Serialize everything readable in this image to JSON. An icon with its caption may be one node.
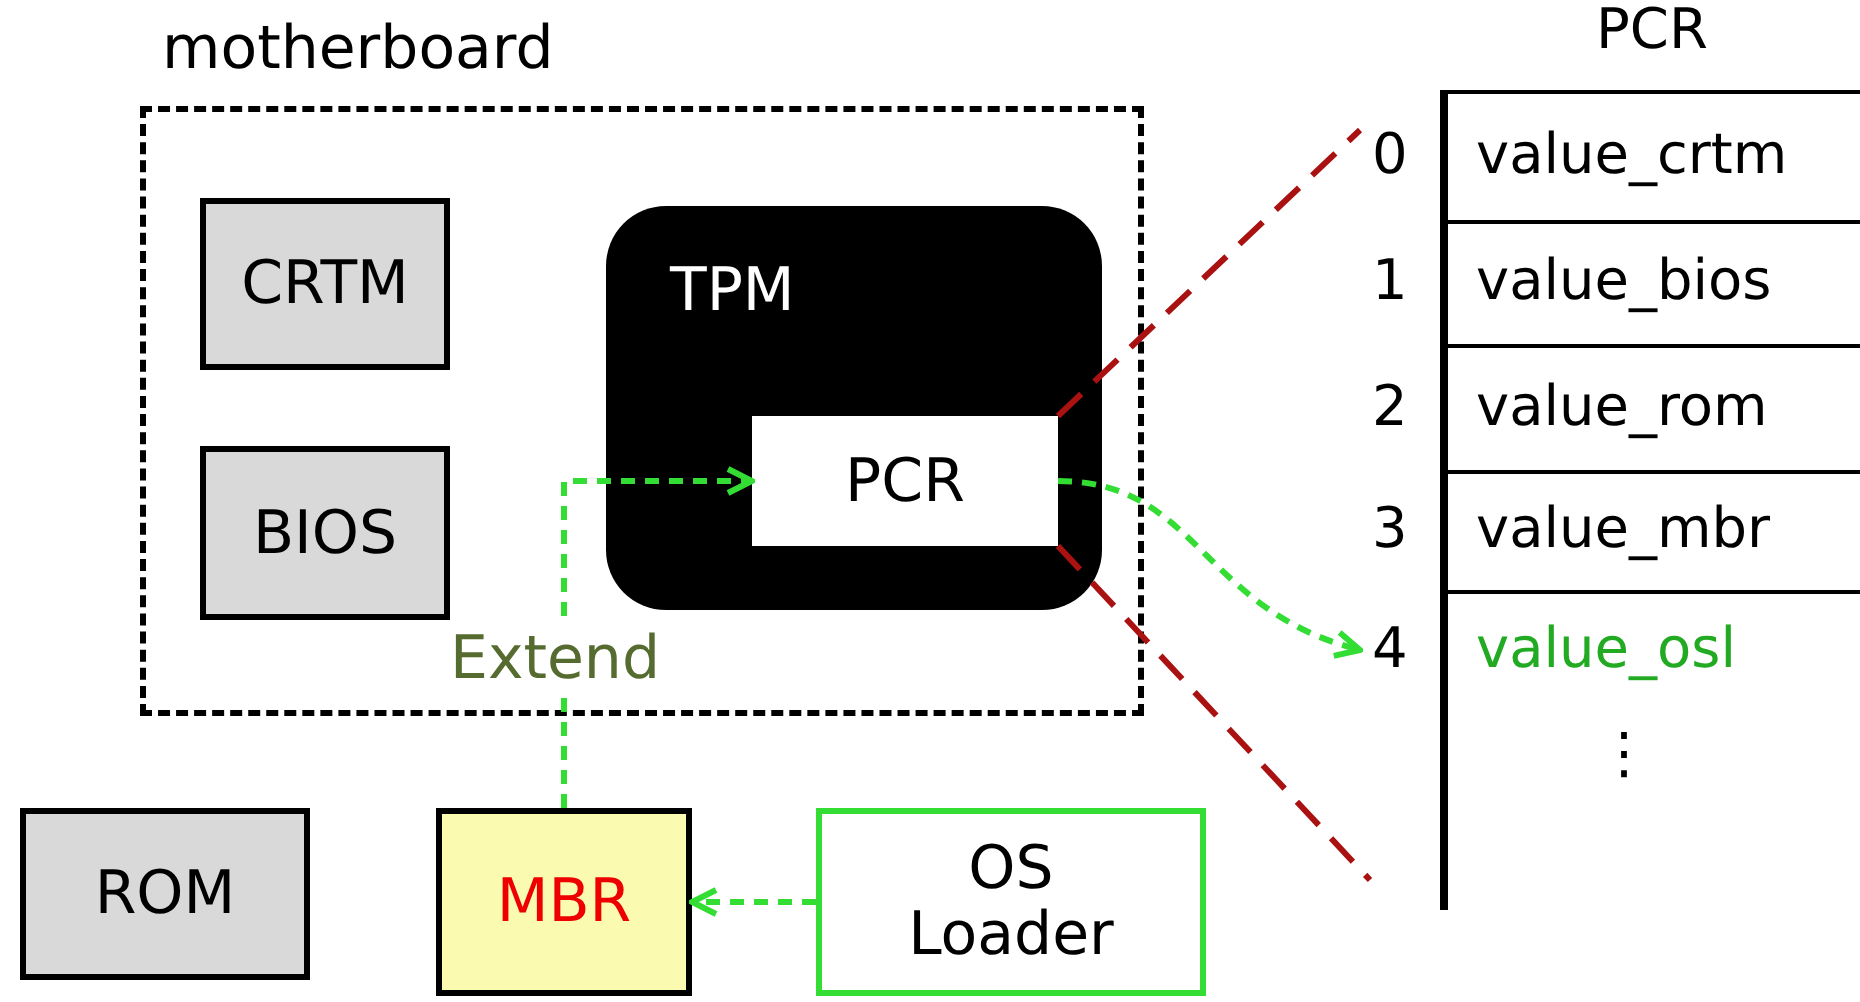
{
  "diagram": {
    "nodes": [
      {
        "text": [
          "motherboard"
        ]
      },
      {
        "text": [
          "CRTM"
        ],
        "in": 0
      },
      {
        "text": [
          "BIOS"
        ],
        "in": 0
      },
      {
        "text": [
          "TPM"
        ],
        "in": 0
      },
      {
        "text": [
          "PCR"
        ],
        "in": 3
      },
      {
        "text": [
          "ROM"
        ]
      },
      {
        "text": [
          "MBR"
        ]
      },
      {
        "text": [
          "OS Loader"
        ]
      },
      {
        "text": [
          "PCR"
        ]
      },
      {
        "text": [
          "value_crtm"
        ],
        "beside": [
          "0"
        ]
      },
      {
        "text": [
          "value_bios"
        ],
        "beside": [
          "1"
        ]
      },
      {
        "text": [
          "value_rom"
        ],
        "beside": [
          "2"
        ]
      },
      {
        "text": [
          "value_mbr"
        ],
        "beside": [
          "3"
        ]
      },
      {
        "text": [
          "value_osl"
        ],
        "beside": [
          "4"
        ]
      }
    ],
    "edges": [
      {
        "from": 6,
        "to": 4,
        "arrow": "to",
        "label": "Extend",
        "style": "dashed"
      },
      {
        "from": 7,
        "to": 6,
        "arrow": "to",
        "style": "dashed"
      },
      {
        "from": 4,
        "to": 13,
        "arrow": "to",
        "style": "dashed"
      },
      {
        "from": 4,
        "to": 9,
        "arrow": "none",
        "style": "dashed",
        "color": "#aa1111"
      },
      {
        "from": 4,
        "to": null,
        "arrow": "none",
        "style": "dashed",
        "color": "#aa1111"
      }
    ],
    "labels": [
      "⋮"
    ]
  }
}
